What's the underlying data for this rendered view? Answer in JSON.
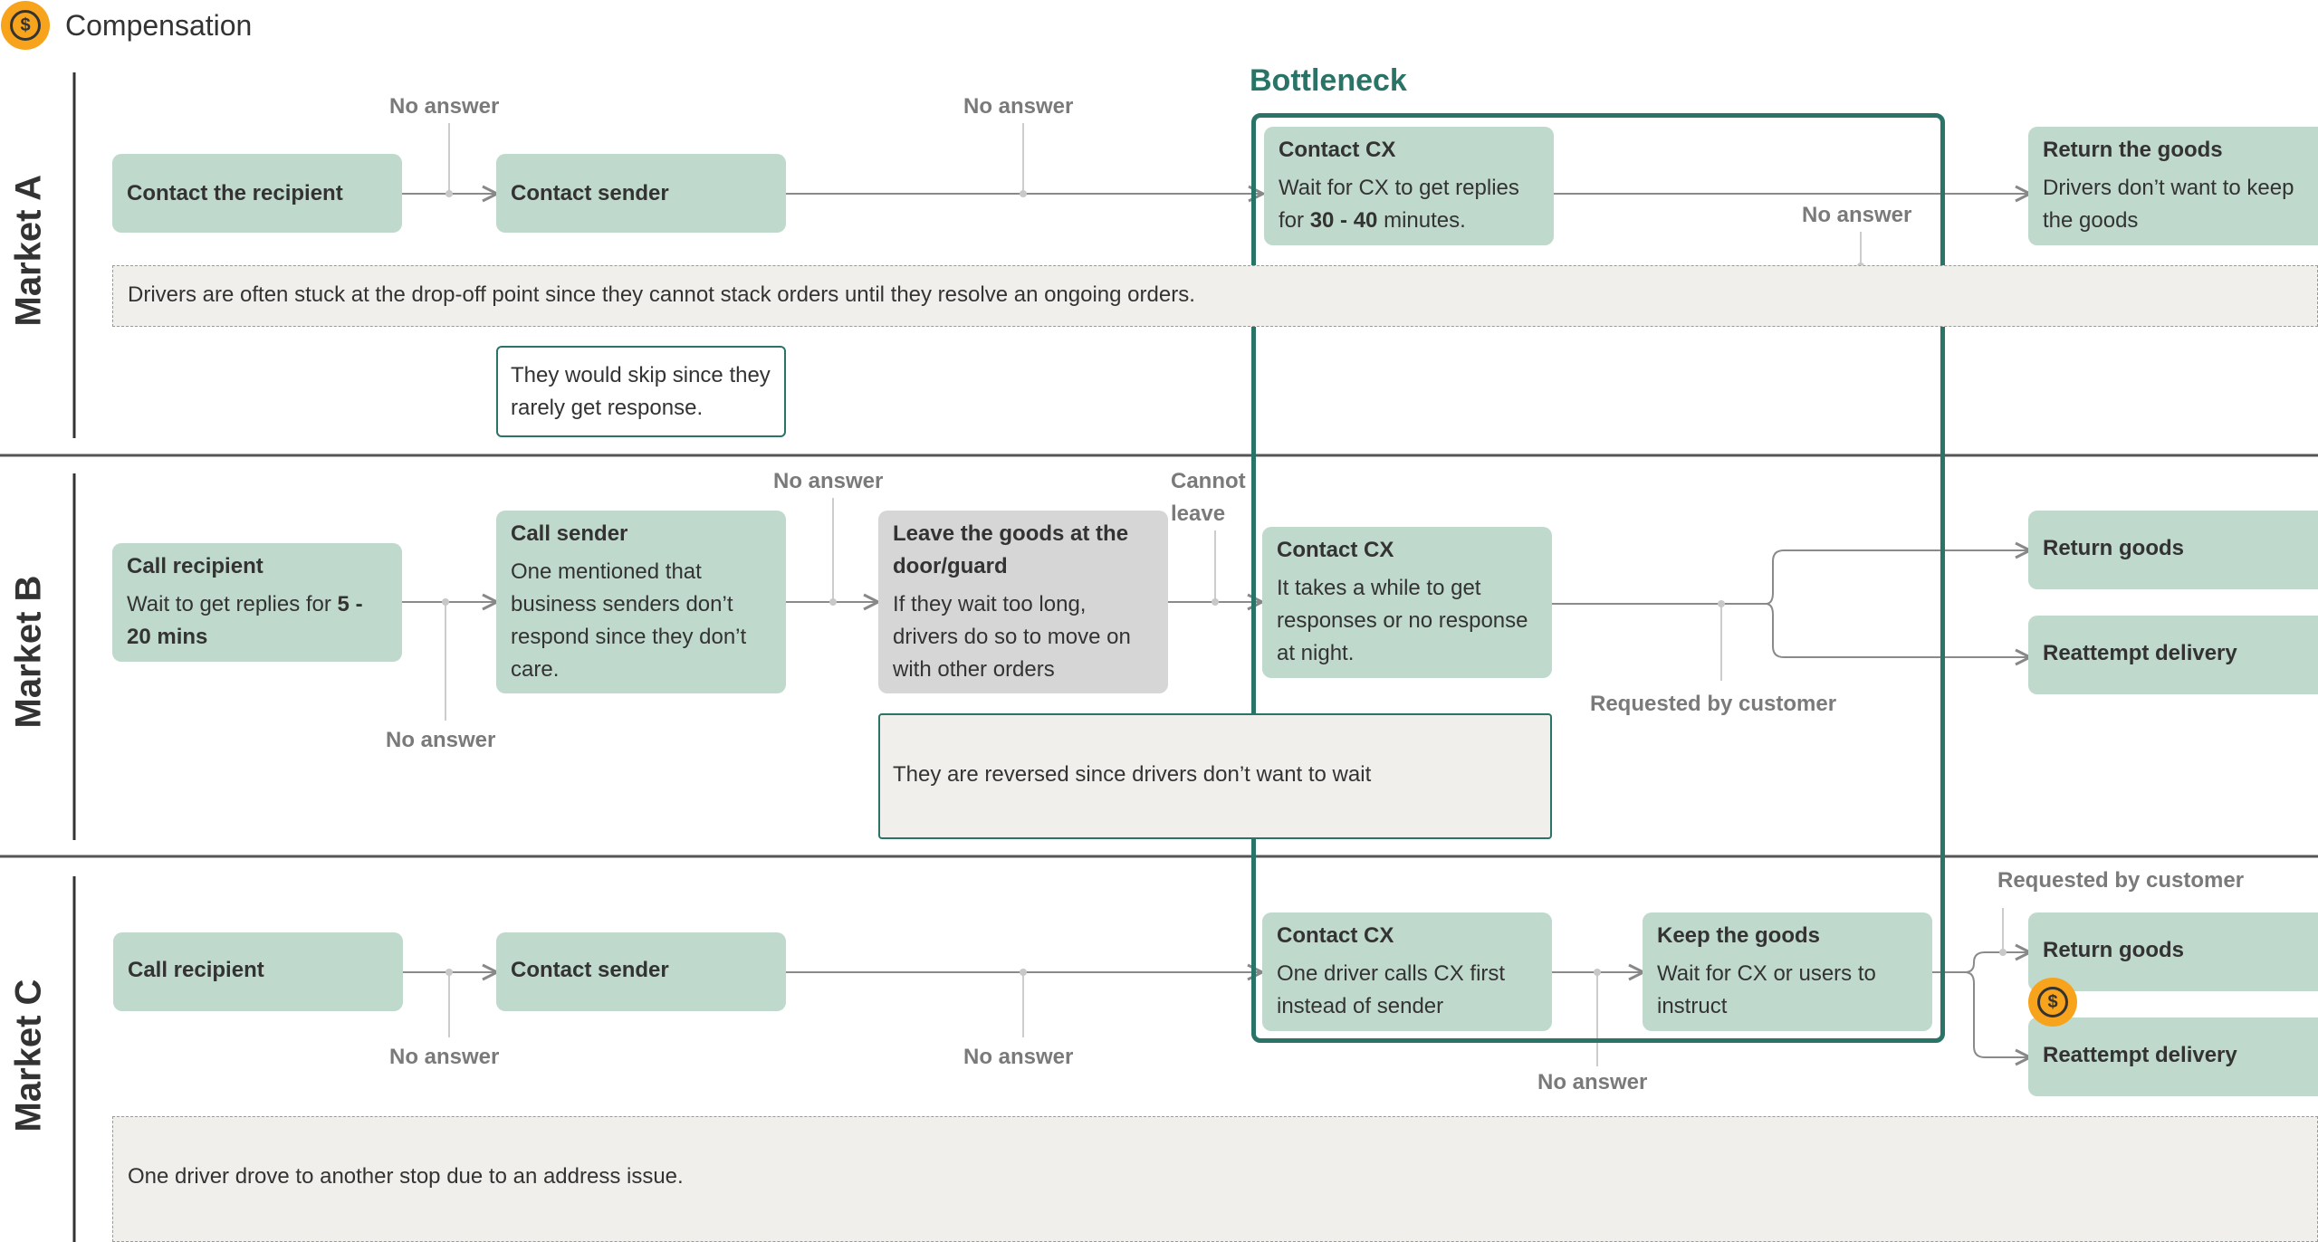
{
  "legend": {
    "icon": "dollar-coin-icon",
    "label": "Compensation",
    "accent": "#f7a31c"
  },
  "bottleneck": {
    "title": "Bottleneck",
    "color": "#2a7467"
  },
  "lanes": {
    "a": {
      "title": "Market A",
      "contact_recipient": "Contact the recipient",
      "contact_sender": "Contact sender",
      "no_answer_1": "No answer",
      "no_answer_2": "No answer",
      "cx_title": "Contact CX",
      "cx_body_pre": "Wait for CX to get replies for ",
      "cx_body_bold": "30 - 40",
      "cx_body_post": " minutes.",
      "no_answer_3": "No answer",
      "return_title": "Return the goods",
      "return_body": "Drivers don’t want to keep the goods",
      "note_stuck": "Drivers are often stuck at the drop-off point since they cannot stack orders until they resolve an ongoing orders.",
      "note_skip": "They would skip since they rarely get response."
    },
    "b": {
      "title": "Market B",
      "call_recipient_title": "Call recipient",
      "call_recipient_body": "Wait to get replies for ",
      "call_recipient_bold": "5 - 20 mins",
      "no_answer_1": "No answer",
      "call_sender_title": "Call sender",
      "call_sender_body": "One mentioned that business senders don’t respond since they don’t care.",
      "no_answer_2": "No answer",
      "leave_title": "Leave the goods at the door/guard",
      "leave_body": "If they wait too long, drivers do so to move on with other orders",
      "cannot_leave": "Cannot leave",
      "cx_title": "Contact CX",
      "cx_body": "It takes a while to get responses or no response at night.",
      "requested": "Requested by customer",
      "return_goods": "Return goods",
      "reattempt": "Reattempt delivery",
      "note_reversed": "They are reversed since drivers don’t want to wait"
    },
    "c": {
      "title": "Market C",
      "call_recipient": "Call recipient",
      "contact_sender": "Contact sender",
      "no_answer_1": "No answer",
      "no_answer_2": "No answer",
      "cx_title": "Contact CX",
      "cx_body": "One driver calls CX first instead of sender",
      "keep_title": "Keep the goods",
      "keep_body": "Wait for CX or users to instruct",
      "no_answer_3": "No answer",
      "requested": "Requested by customer",
      "return_goods": "Return goods",
      "reattempt": "Reattempt delivery",
      "note_address": "One driver drove to another stop due to an address issue."
    }
  },
  "colors": {
    "card": "#bfd9cc",
    "card_grey": "#d6d6d6",
    "note_bg": "#f0efeb",
    "label": "#7a7a7a"
  }
}
